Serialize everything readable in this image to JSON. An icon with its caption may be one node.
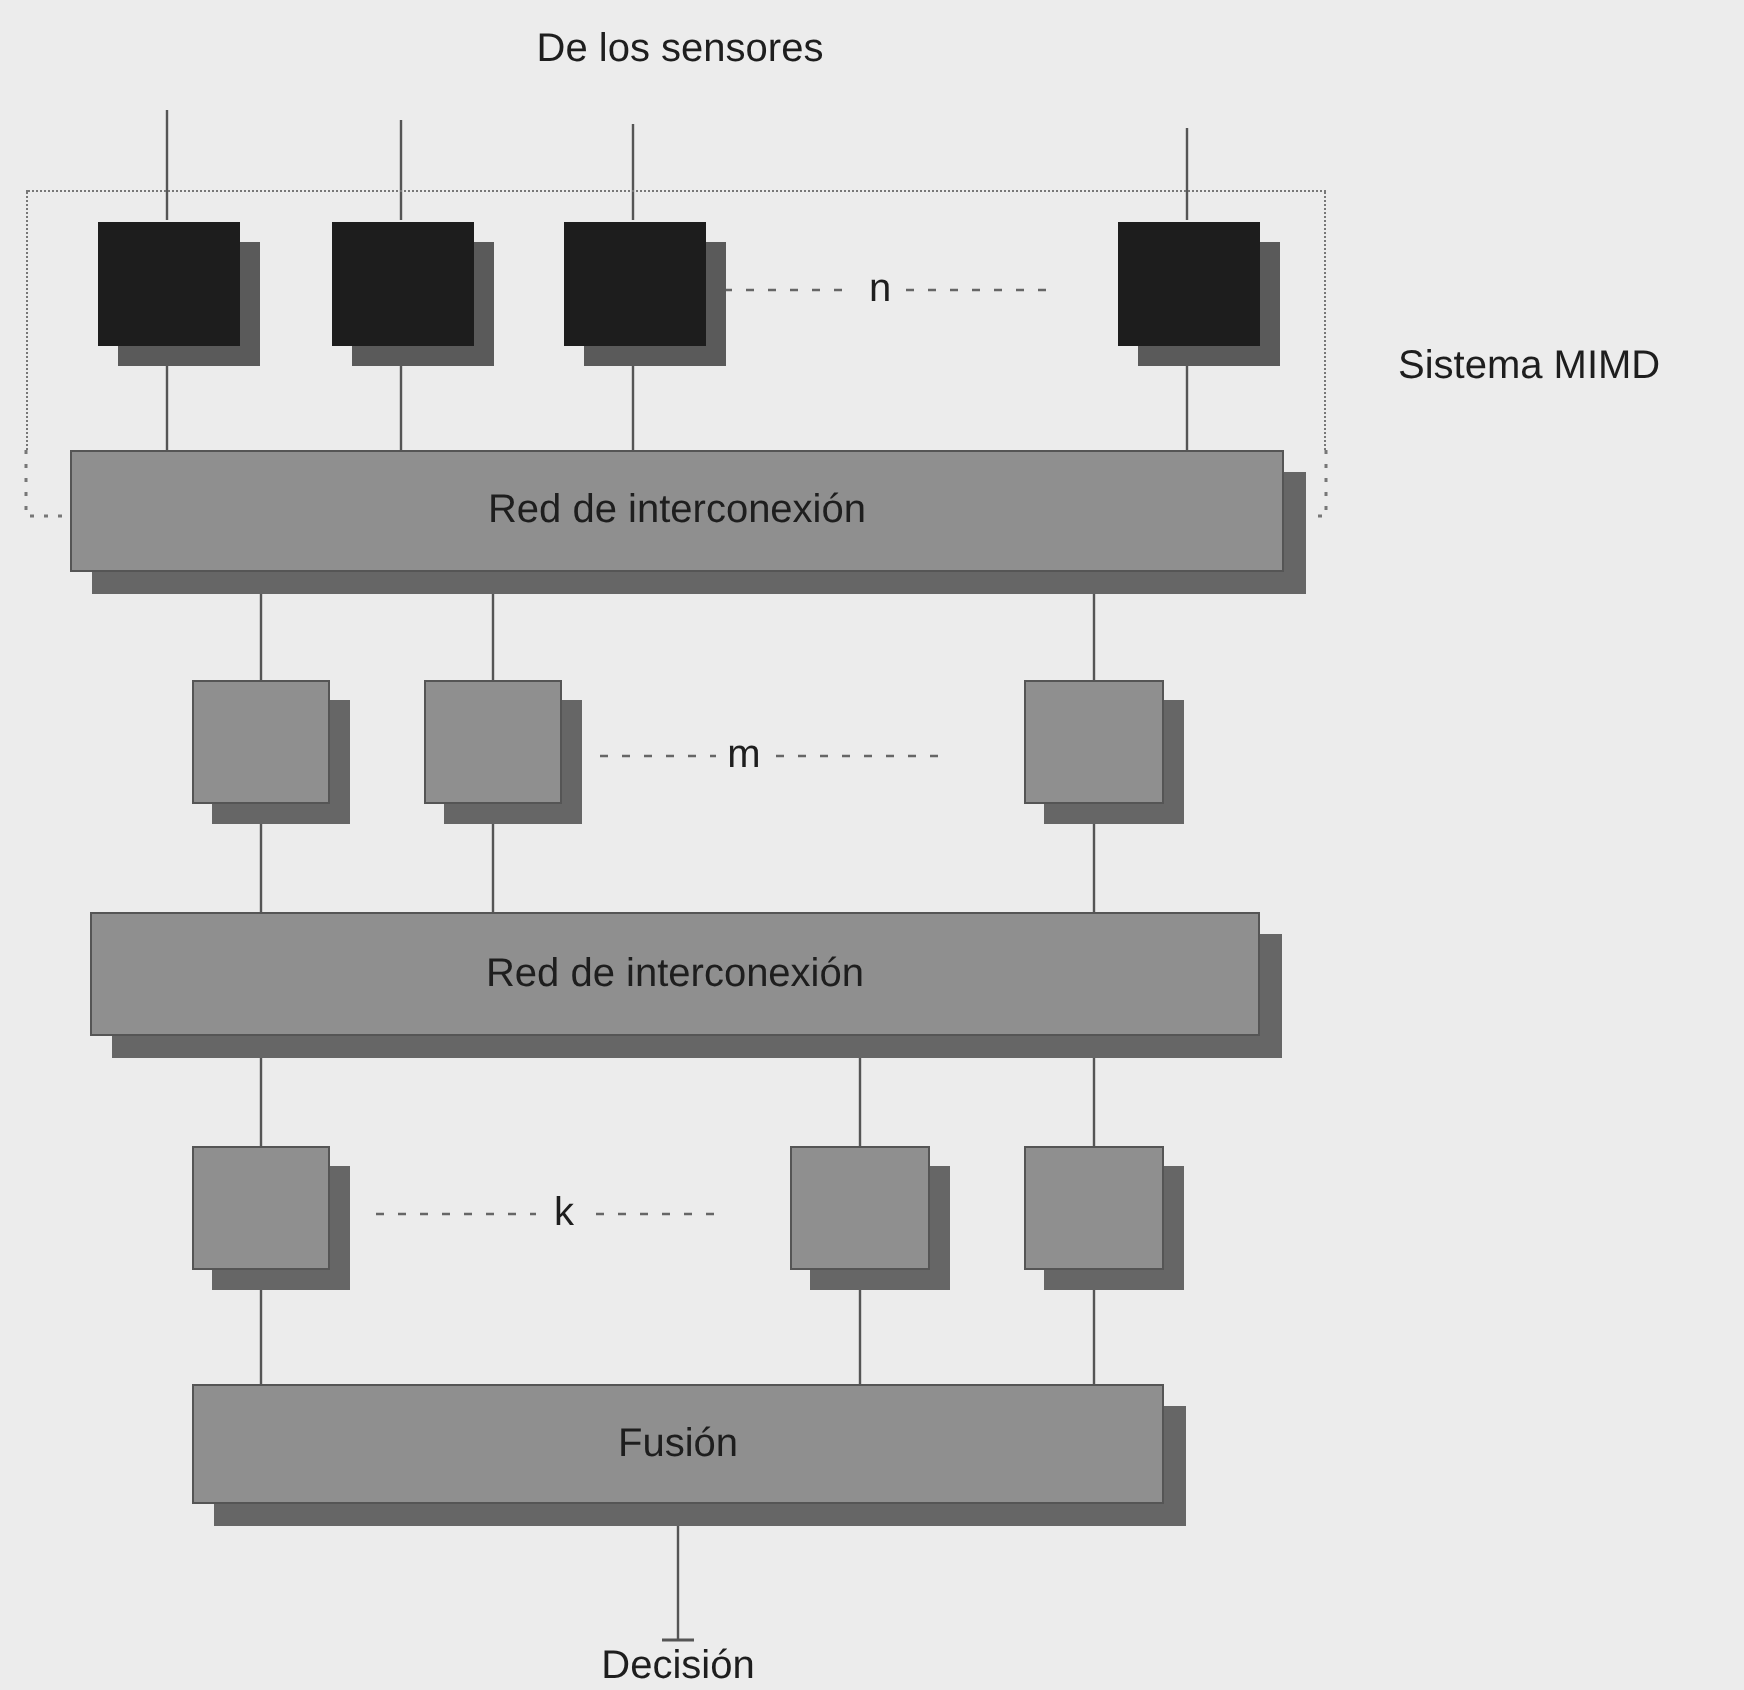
{
  "diagram": {
    "nodes": [
      {
        "text": [
          "Sistema MIMD"
        ]
      },
      {
        "text": [],
        "shape": "box",
        "in": 0
      },
      {
        "text": [],
        "shape": "box",
        "in": 0
      },
      {
        "text": [],
        "shape": "box",
        "in": 0
      },
      {
        "text": [],
        "shape": "box",
        "in": 0
      },
      {
        "text": [
          "Red de interconexión"
        ]
      },
      {
        "text": [],
        "shape": "box"
      },
      {
        "text": [],
        "shape": "box"
      },
      {
        "text": [],
        "shape": "box"
      },
      {
        "text": [
          "Red de interconexión"
        ]
      },
      {
        "text": [],
        "shape": "box"
      },
      {
        "text": [],
        "shape": "box"
      },
      {
        "text": [],
        "shape": "box"
      },
      {
        "text": [
          "Fusión"
        ]
      },
      {
        "text": [
          "Decisión"
        ]
      }
    ],
    "edges": [
      {
        "from": null,
        "to": 1,
        "arrow": "none"
      },
      {
        "from": null,
        "to": 2,
        "arrow": "none"
      },
      {
        "from": null,
        "to": 3,
        "arrow": "none"
      },
      {
        "from": null,
        "to": 4,
        "arrow": "none"
      },
      {
        "from": 1,
        "to": 5,
        "arrow": "none"
      },
      {
        "from": 2,
        "to": 5,
        "arrow": "none"
      },
      {
        "from": 3,
        "to": 5,
        "arrow": "none"
      },
      {
        "from": 4,
        "to": 5,
        "arrow": "none"
      },
      {
        "from": 5,
        "to": 6,
        "arrow": "none"
      },
      {
        "from": 5,
        "to": 7,
        "arrow": "none"
      },
      {
        "from": 5,
        "to": 8,
        "arrow": "none"
      },
      {
        "from": 6,
        "to": 9,
        "arrow": "none"
      },
      {
        "from": 7,
        "to": 9,
        "arrow": "none"
      },
      {
        "from": 8,
        "to": 9,
        "arrow": "none"
      },
      {
        "from": 9,
        "to": 10,
        "arrow": "none"
      },
      {
        "from": 9,
        "to": 11,
        "arrow": "none"
      },
      {
        "from": 9,
        "to": 12,
        "arrow": "none"
      },
      {
        "from": 10,
        "to": 13,
        "arrow": "none"
      },
      {
        "from": 11,
        "to": 13,
        "arrow": "none"
      },
      {
        "from": 12,
        "to": 13,
        "arrow": "none"
      },
      {
        "from": 13,
        "to": 14,
        "arrow": "other"
      }
    ],
    "labels": [
      "De los sensores",
      "n",
      "m",
      "k"
    ]
  }
}
